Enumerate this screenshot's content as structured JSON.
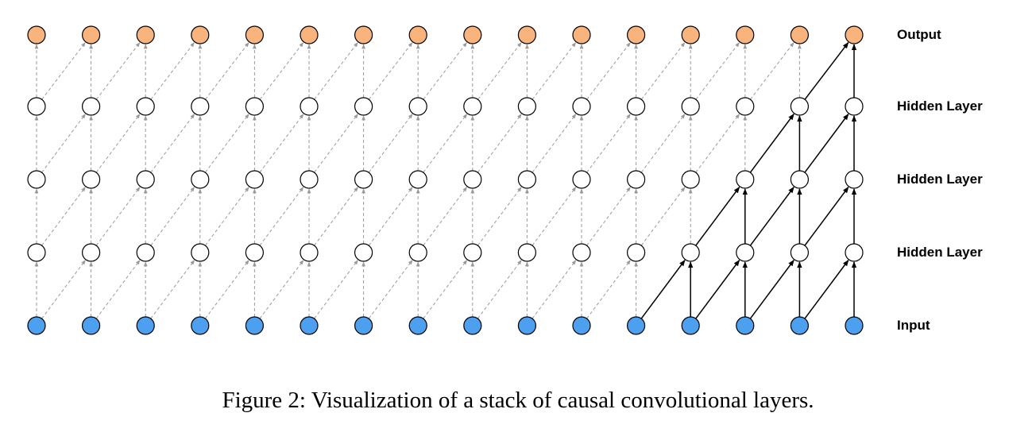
{
  "diagram": {
    "title": "",
    "columns": 16,
    "layers": [
      {
        "label": "Output",
        "role": "output"
      },
      {
        "label": "Hidden Layer",
        "role": "hidden"
      },
      {
        "label": "Hidden Layer",
        "role": "hidden"
      },
      {
        "label": "Hidden Layer",
        "role": "hidden"
      },
      {
        "label": "Input",
        "role": "input"
      }
    ],
    "connections": {
      "kernel": "each node receives an edge from the node directly below and from the node one column to the left in the layer below",
      "highlighted_output_column": 16,
      "inactive_style": "dashed-gray",
      "active_style": "solid-black"
    },
    "colors": {
      "output_fill": "#F9B47E",
      "hidden_fill": "#FFFFFF",
      "input_fill": "#4DA0EF",
      "node_stroke": "#000000",
      "active_edge": "#000000",
      "inactive_edge": "#9A9A9A"
    }
  },
  "caption": "Figure 2: Visualization of a stack of causal convolutional layers."
}
